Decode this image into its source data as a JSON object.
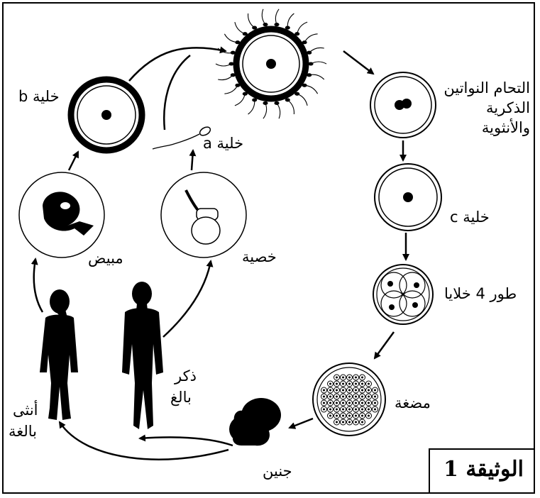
{
  "labels": {
    "cell_b": "خلية b",
    "cell_a": "خلية a",
    "fusion_line1": "التحام النواتين",
    "fusion_line2": "الذكرية",
    "fusion_line3": "والأنثوية",
    "cell_c": "خلية c",
    "four_cell_stage": "طور 4 خلايا",
    "morula": "مضغة",
    "embryo": "جنين",
    "ovary": "مبيض",
    "testis": "خصية",
    "adult_male_line1": "ذكر",
    "adult_male_line2": "بالغ",
    "adult_female_line1": "أنثى",
    "adult_female_line2": "بالغة"
  },
  "document_title": "الوثيقة 1"
}
